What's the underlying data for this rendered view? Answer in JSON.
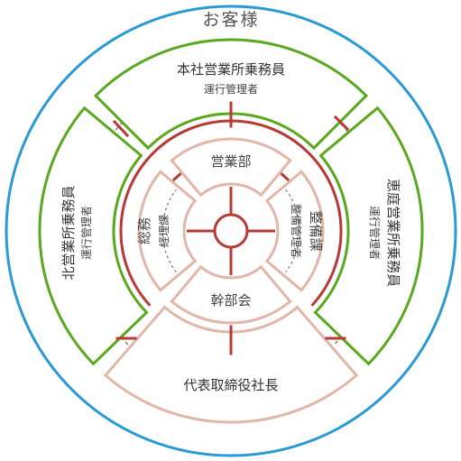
{
  "outer": {
    "customer_label": "お客様",
    "color": "#2a9ad6"
  },
  "branches": {
    "top": {
      "label": "本社営業所乗務員",
      "sub": "運行管理者"
    },
    "left": {
      "label": "北営業所乗務員",
      "sub": "運行管理者"
    },
    "right": {
      "label": "恵庭営業所乗務員",
      "sub": "運行管理者"
    },
    "color": "#5aa81e"
  },
  "departments": {
    "sales": "営業部",
    "general": "総務",
    "general_sub": "経理課",
    "maintenance": "整備課",
    "maintenance_sub": "整備管理者",
    "executive": "幹部会",
    "color": "#e0b7a8"
  },
  "ceo": {
    "label": "代表取締役社長"
  },
  "connector_color": "#b83a34"
}
